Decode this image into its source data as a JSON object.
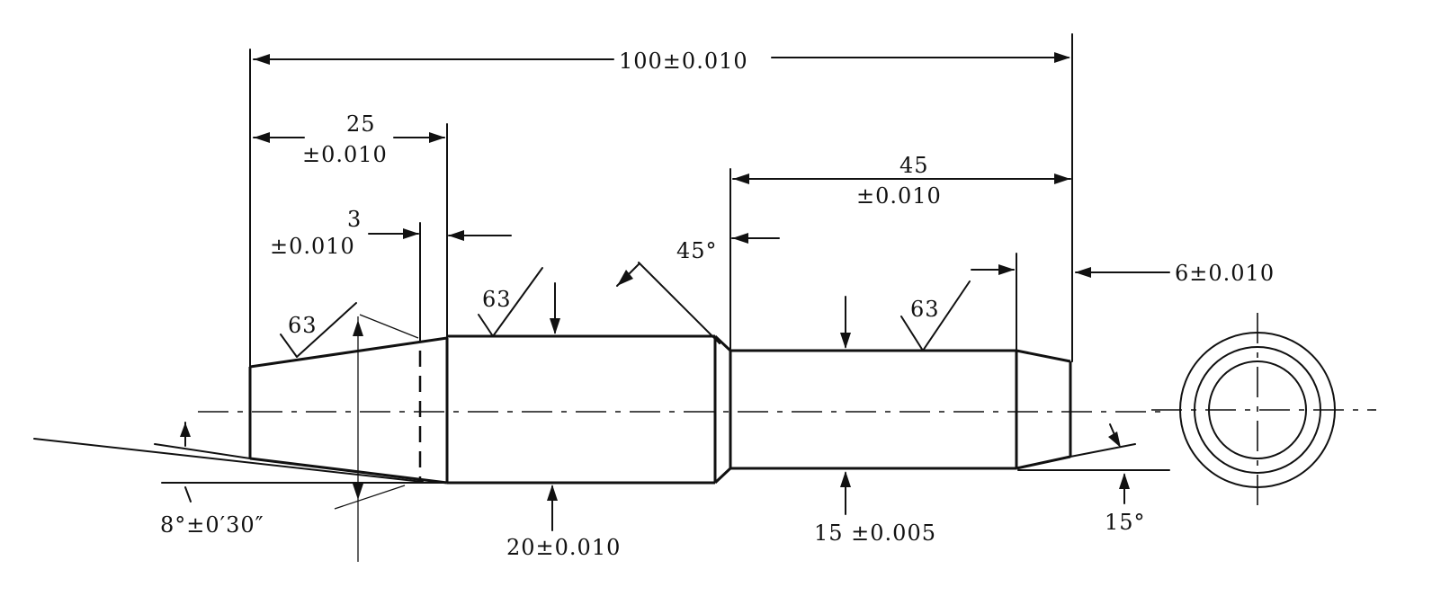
{
  "dimensions": {
    "overall_length": "100±0.010",
    "left_section_top": "25",
    "left_section_bottom": "±0.010",
    "groove_top": "3",
    "groove_bottom": "±0.010",
    "right_section_top": "45",
    "right_section_bottom": "±0.010",
    "chamfer_angle": "45°",
    "right_end_length": "6±0.010",
    "taper_angle": "8°±0′30″",
    "large_diameter": "20±0.010",
    "small_diameter": "15 ±0.005",
    "end_angle": "15°"
  },
  "surface_finish": {
    "taper": "63",
    "large_cylinder": "63",
    "small_cylinder": "63"
  },
  "colors": {
    "ink": "#111111",
    "paper": "#ffffff"
  }
}
